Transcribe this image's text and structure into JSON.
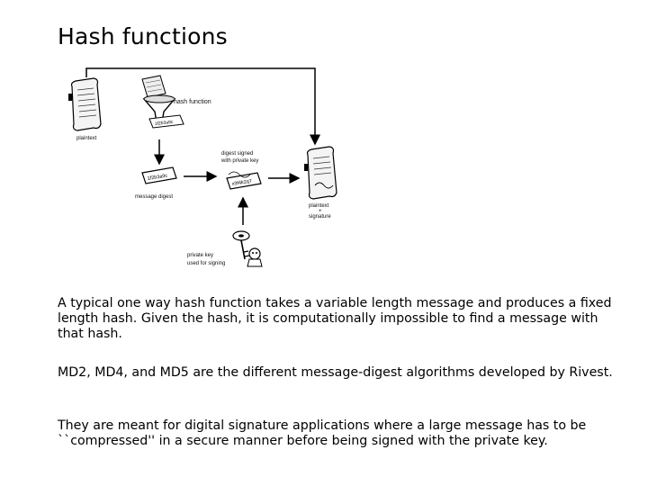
{
  "title": "Hash functions",
  "diagram": {
    "labels": {
      "hash_function": "hash function",
      "plaintext": "plaintext",
      "message_digest": "message digest",
      "digest_signed_line1": "digest signed",
      "digest_signed_line2": "with private key",
      "plaintext_signature_line1": "plaintext",
      "plaintext_signature_line2": "+",
      "plaintext_signature_line3": "signature",
      "private_key_line1": "private key",
      "private_key_line2": "used for signing"
    }
  },
  "paragraphs": [
    "A typical one way hash function takes a variable length message and produces a fixed length hash. Given the hash, it is computationally impossible to find a message with that hash.",
    "MD2, MD4, and MD5 are the different message-digest algorithms developed by Rivest.",
    "They are meant for digital signature applications where a large message has to be ``compressed'' in a secure manner before being signed with the private key."
  ]
}
